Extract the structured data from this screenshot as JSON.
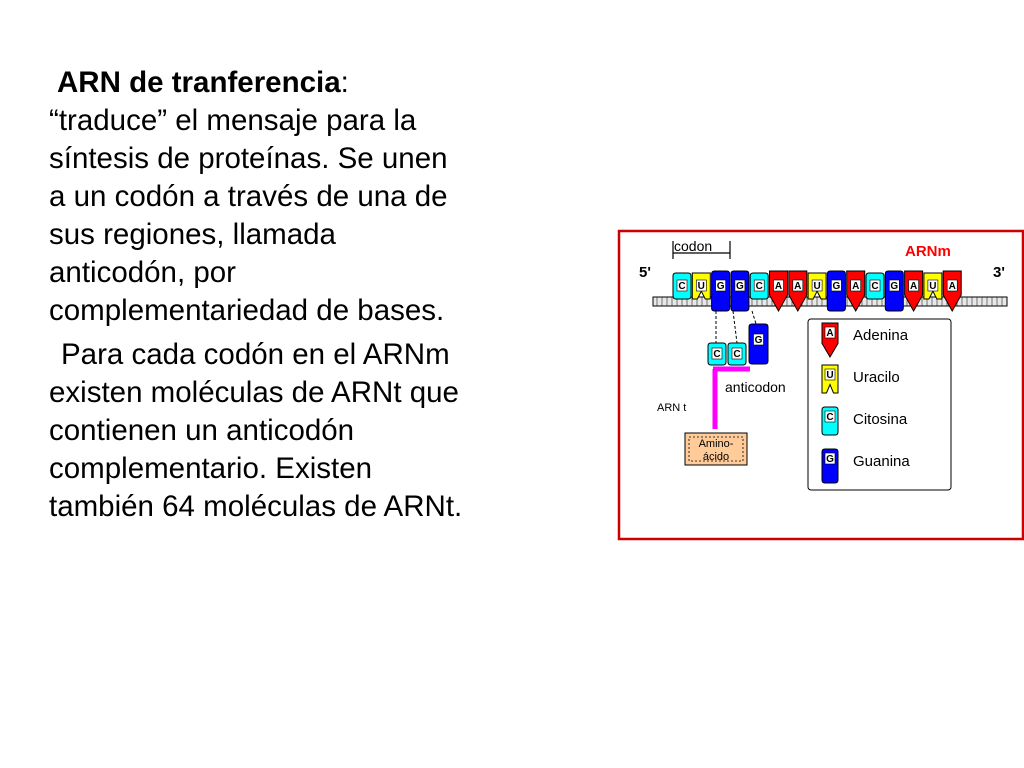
{
  "paragraph1": {
    "heading": "ARN de tranferencia",
    "heading_suffix": ":",
    "lines": [
      "“traduce” el mensaje para la",
      "síntesis de proteínas. Se unen",
      "a un codón a través de una de",
      "sus regiones, llamada",
      "anticodón,  por",
      "complementariedad de bases."
    ]
  },
  "paragraph2": {
    "lines": [
      "Para cada codón en el ARNm",
      "existen moléculas de ARNt que",
      "contienen un anticodón",
      "complementario. Existen",
      "también 64 moléculas de ARNt."
    ]
  },
  "figure": {
    "codon_label": "codon",
    "arnm_label": "ARNm",
    "five_prime": "5'",
    "three_prime": "3'",
    "strand_bases": [
      "C",
      "U",
      "G",
      "G",
      "C",
      "A",
      "A",
      "U",
      "G",
      "A",
      "C",
      "G",
      "A",
      "U",
      "A"
    ],
    "anticodon_bases": [
      "C",
      "C",
      "G"
    ],
    "anticodon_label": "anticodon",
    "arnt_label": "ARN t",
    "amino_line1": "Amino-",
    "amino_line2": "ácido",
    "legend": [
      {
        "base": "A",
        "name": "Adenina"
      },
      {
        "base": "U",
        "name": "Uracilo"
      },
      {
        "base": "C",
        "name": "Citosina"
      },
      {
        "base": "G",
        "name": "Guanina"
      }
    ],
    "colors": {
      "A": "#ff0000",
      "U": "#ffff00",
      "C": "#00ffff",
      "G": "#0000ff",
      "frame": "#cc0000",
      "arnm_label": "#ff0000",
      "stem": "#ff00ff",
      "amino_fill": "#ffcc99"
    }
  }
}
